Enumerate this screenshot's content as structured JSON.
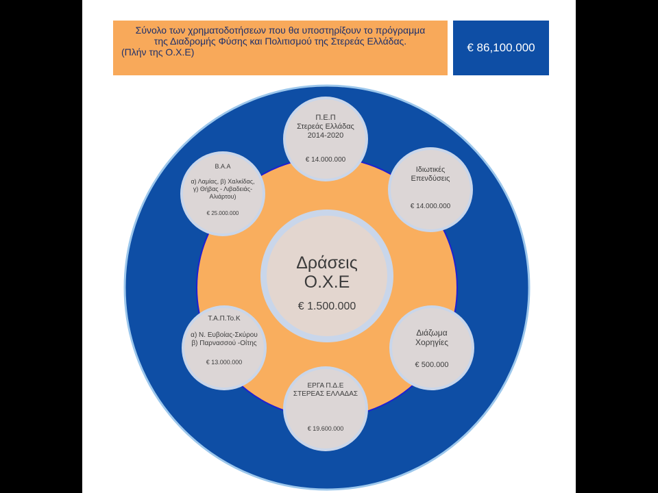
{
  "colors": {
    "header_bg": "#F8A95A",
    "total_bg": "#0E4EA5",
    "outer_ring": "#0E4EA5",
    "outer_ring_edge": "#9CC7EC",
    "inner_disc": "#F9AE5E",
    "inner_edge": "#1F1FD2",
    "node_fill": "#E3D6CF",
    "node_ring": "#C9D6EA",
    "text": "#3b3b3b"
  },
  "header": {
    "lines": [
      "Σύνολο των χρηματοδοτήσεων που θα υποστηρίξουν το πρόγραμμα",
      "της Διαδρομής Φύσης και Πολιτισμού της Στερεάς Ελλάδας.",
      "(Πλήν της Ο.Χ.Ε)"
    ]
  },
  "total": "€ 86,100.000",
  "center": {
    "title_lines": [
      "Δράσεις",
      "Ο.Χ.Ε"
    ],
    "amount": "€ 1.500.000"
  },
  "nodes": [
    {
      "id": "pep",
      "label_lines": [
        "Π.Ε.Π",
        "Στερεάς Ελλάδας",
        "2014-2020"
      ],
      "amount": "€ 14.000.000"
    },
    {
      "id": "private",
      "label_lines": [
        "Ιδιωτικές",
        "Επενδύσεις"
      ],
      "amount": "€ 14.000.000"
    },
    {
      "id": "sponsors",
      "label_lines": [
        "Διάζωμα",
        "Χορηγίες"
      ],
      "amount": "€ 500.000"
    },
    {
      "id": "pde",
      "label_lines": [
        "ΕΡΓΑ Π.Δ.Ε",
        "ΣΤΕΡΕΑΣ ΕΛΛΑΔΑΣ"
      ],
      "amount": "€ 19.600.000"
    },
    {
      "id": "tapto",
      "label_lines": [
        "Τ.Α.Π.Το.Κ",
        "",
        "α) Ν. Ευβοίας-Σκύρου",
        "β) Παρνασσού -Οίτης"
      ],
      "amount": "€ 13.000.000"
    },
    {
      "id": "vaa",
      "label_lines": [
        "Β.Α.Α",
        "",
        "α) Λαμίας, β) Χαλκίδας,",
        "γ) Θήβας - Λιβαδειάς-",
        "Αλιάρτου)"
      ],
      "amount": "€ 25.000.000"
    }
  ]
}
